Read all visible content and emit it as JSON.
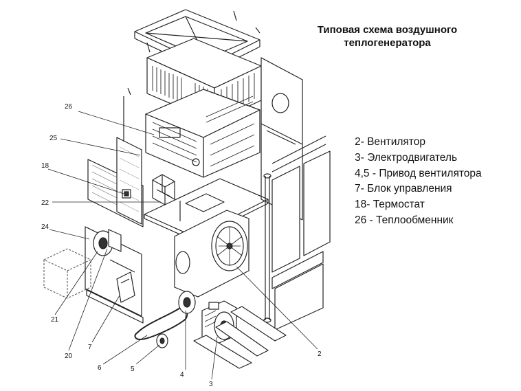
{
  "title": {
    "line1": "Типовая схема воздушного",
    "line2": "теплогенератора"
  },
  "legend": [
    "2- Вентилятор",
    "3- Электродвигатель",
    "4,5 - Привод вентилятора",
    "7- Блок управления",
    "18- Термостат",
    "26 - Теплообменник"
  ],
  "callouts": {
    "c26": "26",
    "c25": "25",
    "c18": "18",
    "c22": "22",
    "c24": "24",
    "c21": "21",
    "c20": "20",
    "c7": "7",
    "c6": "6",
    "c5": "5",
    "c4": "4",
    "c3": "3",
    "c2": "2"
  }
}
